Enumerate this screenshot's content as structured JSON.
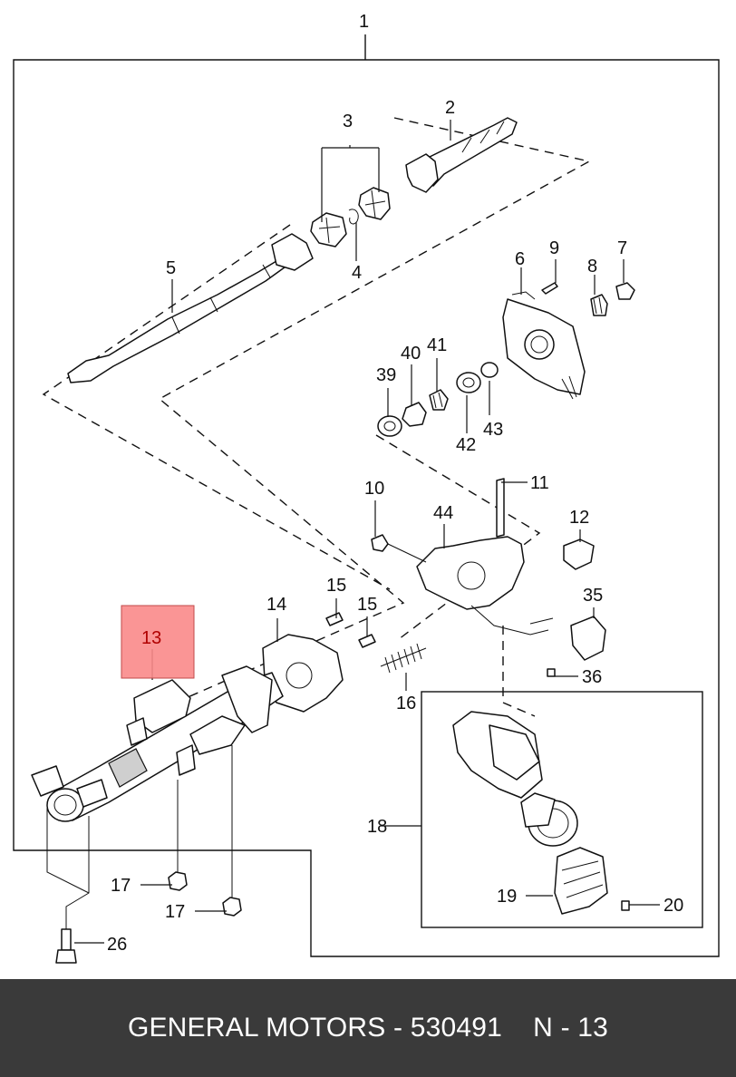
{
  "diagram": {
    "callouts": [
      "1",
      "2",
      "3",
      "4",
      "5",
      "6",
      "7",
      "8",
      "9",
      "10",
      "11",
      "12",
      "13",
      "14",
      "15",
      "15",
      "16",
      "17",
      "17",
      "18",
      "19",
      "20",
      "26",
      "35",
      "36",
      "39",
      "40",
      "41",
      "42",
      "43",
      "44"
    ],
    "highlighted_callout": "13",
    "colors": {
      "highlight": "#f98a8a",
      "line": "#111111",
      "footer": "#3a3a3a"
    }
  },
  "footer": {
    "text": "GENERAL MOTORS - 530491    N - 13"
  }
}
